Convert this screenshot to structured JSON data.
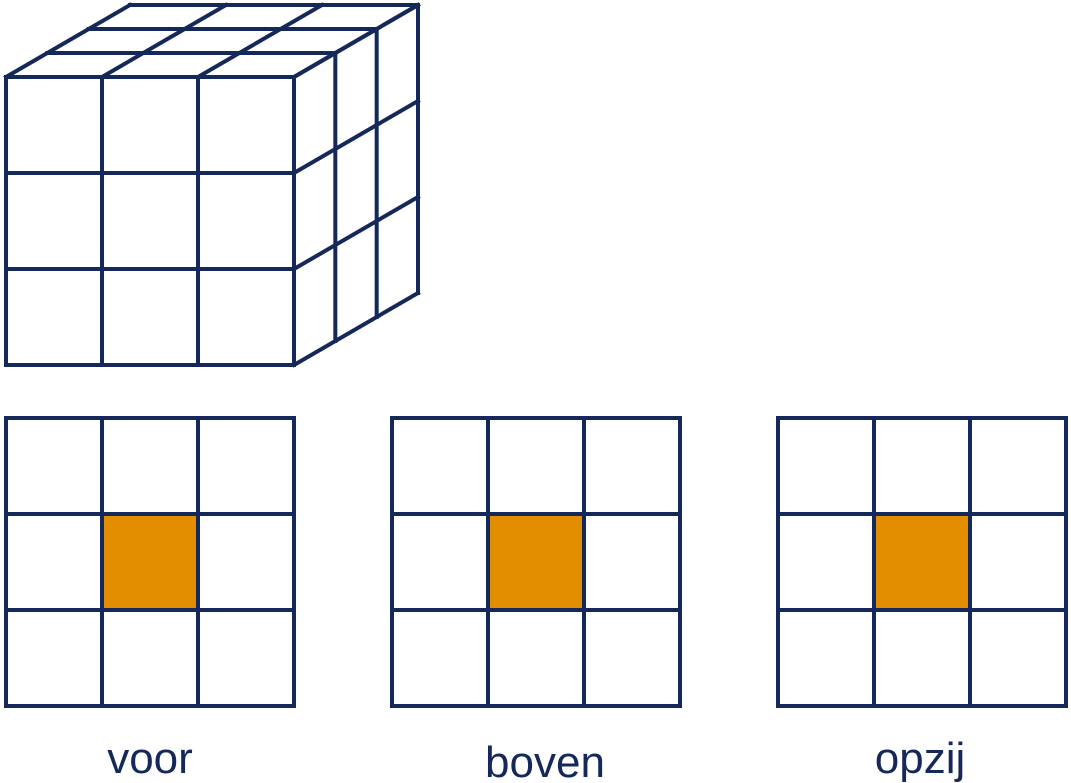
{
  "colors": {
    "line": "#14285a",
    "highlight": "#e38e00",
    "background": "#ffffff"
  },
  "cube": {
    "grid_size": 3
  },
  "views": [
    {
      "id": "voor",
      "label": "voor",
      "rows": 3,
      "cols": 3,
      "highlighted": [
        [
          1,
          1
        ]
      ]
    },
    {
      "id": "boven",
      "label": "boven",
      "rows": 3,
      "cols": 3,
      "highlighted": [
        [
          1,
          1
        ]
      ]
    },
    {
      "id": "opzij",
      "label": "opzij",
      "rows": 3,
      "cols": 3,
      "highlighted": [
        [
          1,
          1
        ]
      ]
    }
  ]
}
